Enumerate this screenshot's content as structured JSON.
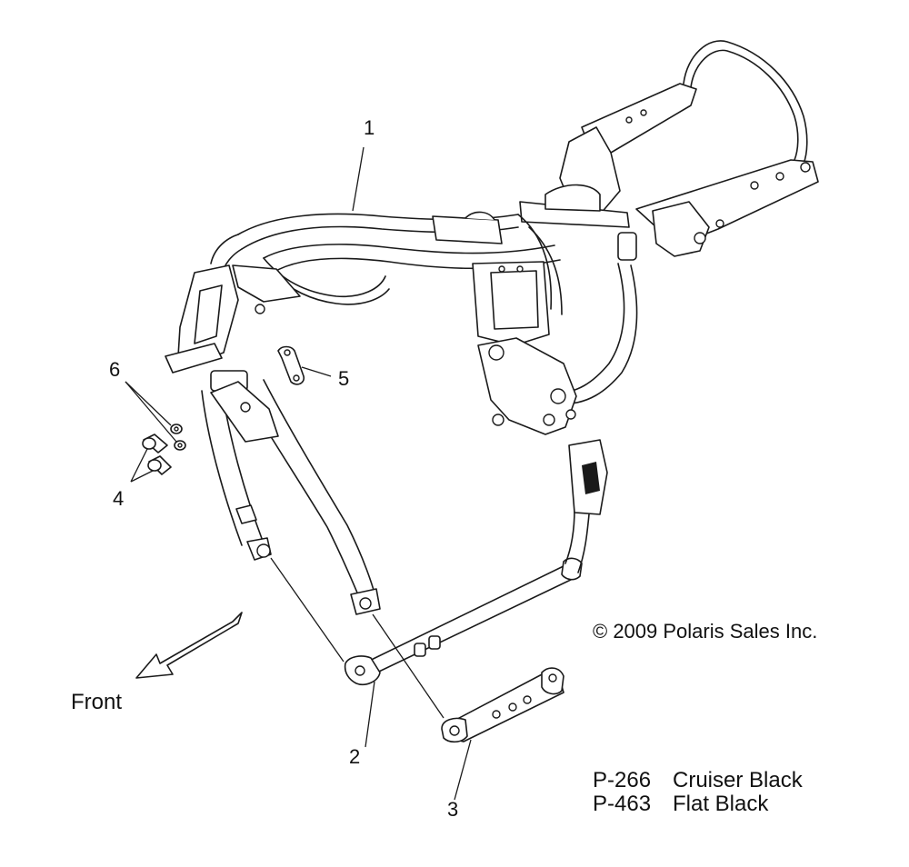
{
  "callouts": {
    "c1": "1",
    "c2": "2",
    "c3": "3",
    "c4": "4",
    "c5": "5",
    "c6": "6"
  },
  "direction_label": "Front",
  "copyright": "© 2009 Polaris Sales Inc.",
  "paint_codes": [
    {
      "code": "P-266",
      "name": "Cruiser Black"
    },
    {
      "code": "P-463",
      "name": "Flat Black"
    }
  ]
}
